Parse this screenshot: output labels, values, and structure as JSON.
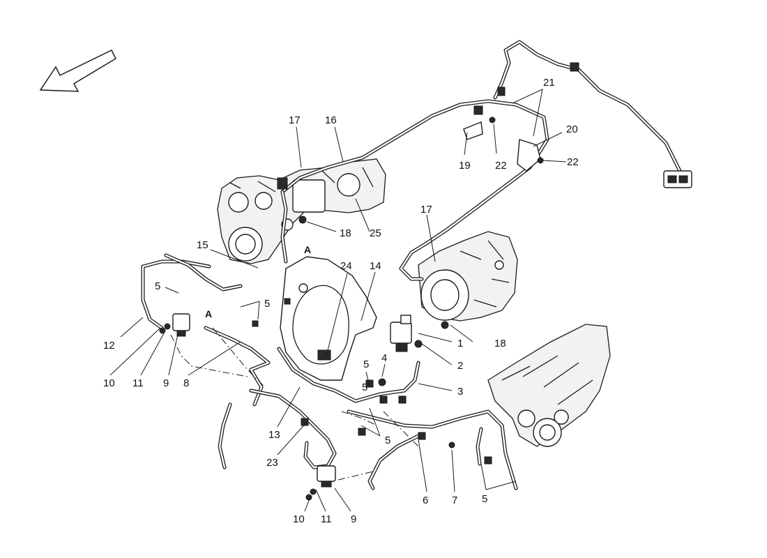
{
  "diagram": {
    "callouts": [
      "1",
      "2",
      "3",
      "4",
      "5",
      "5",
      "5",
      "5",
      "5",
      "5",
      "6",
      "7",
      "8",
      "9",
      "9",
      "10",
      "10",
      "11",
      "11",
      "12",
      "13",
      "14",
      "15",
      "16",
      "17",
      "17",
      "18",
      "18",
      "19",
      "20",
      "21",
      "22",
      "22",
      "23",
      "24",
      "25"
    ],
    "section_marks": [
      "A",
      "A"
    ]
  },
  "icons": {
    "direction_arrow": "front-direction-arrow-icon"
  }
}
